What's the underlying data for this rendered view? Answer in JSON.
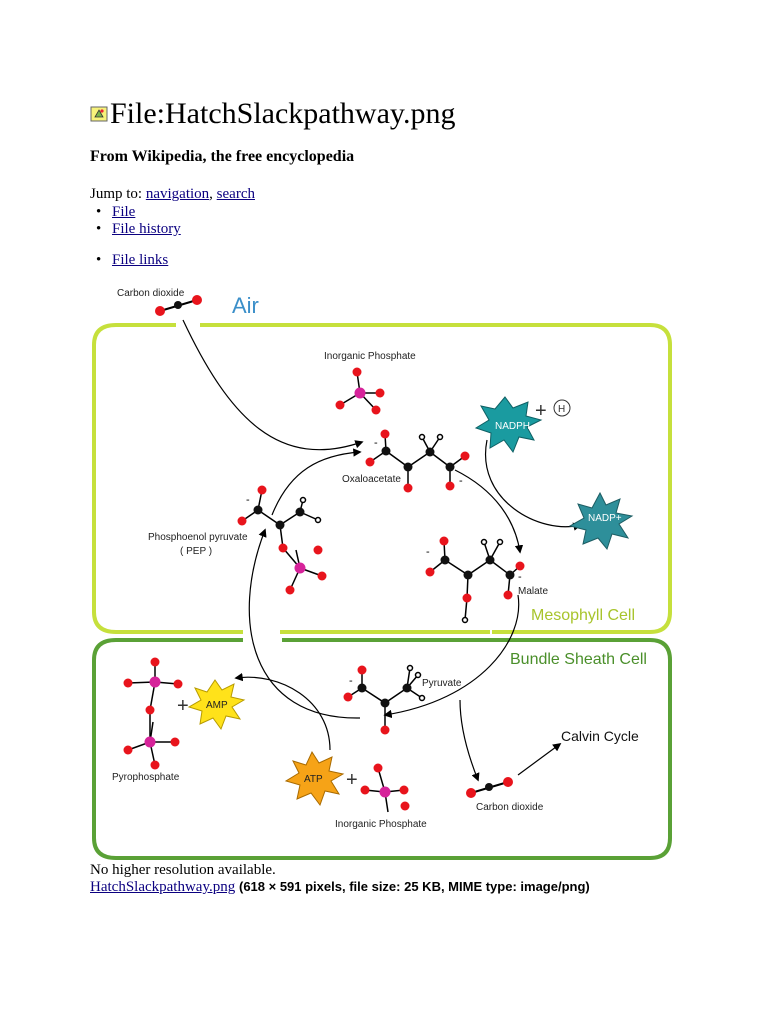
{
  "page": {
    "title": "File:HatchSlackpathway.png",
    "subtitle": "From Wikipedia, the free encyclopedia",
    "jump_prefix": "Jump to:",
    "jump_nav": "navigation",
    "jump_sep": ",",
    "jump_search": "search",
    "toc": [
      "File",
      "File history",
      "File links"
    ]
  },
  "diagram": {
    "air_label": "Air",
    "co2_top": "Carbon dioxide",
    "inorganic_phosphate_top": "Inorganic Phosphate",
    "nadph": "NADPH",
    "nadp_plus": "NADP+",
    "oxaloacetate": "Oxaloacetate",
    "pep_line1": "Phosphoenol pyruvate",
    "pep_line2": "( PEP )",
    "malate": "Malate",
    "mesophyll": "Mesophyll Cell",
    "bundle_sheath": "Bundle Sheath Cell",
    "pyruvate": "Pyruvate",
    "amp": "AMP",
    "pyrophosphate": "Pyrophosphate",
    "atp": "ATP",
    "inorganic_phosphate_bottom": "Inorganic Phosphate",
    "calvin": "Calvin Cycle",
    "co2_bottom": "Carbon dioxide",
    "h_plus": "H",
    "plus_sign": "+",
    "minus_sign": "-",
    "colors": {
      "mesophyll_border": "#c6e03c",
      "bundle_border": "#5aa136",
      "air_text": "#3b8fc9",
      "oxygen": "#e8141c",
      "carbon": "#111111",
      "phosphorus": "#d6239a",
      "nadph_fill": "#1a9ba0",
      "nadp_fill": "#2e8f9a",
      "amp_fill": "#ffe21a",
      "atp_fill": "#f6a317"
    }
  },
  "footer": {
    "no_res": "No higher resolution available.",
    "file_link": "HatchSlackpathway.png",
    "file_meta": "(618 × 591 pixels, file size: 25 KB, MIME type: image/png)"
  }
}
